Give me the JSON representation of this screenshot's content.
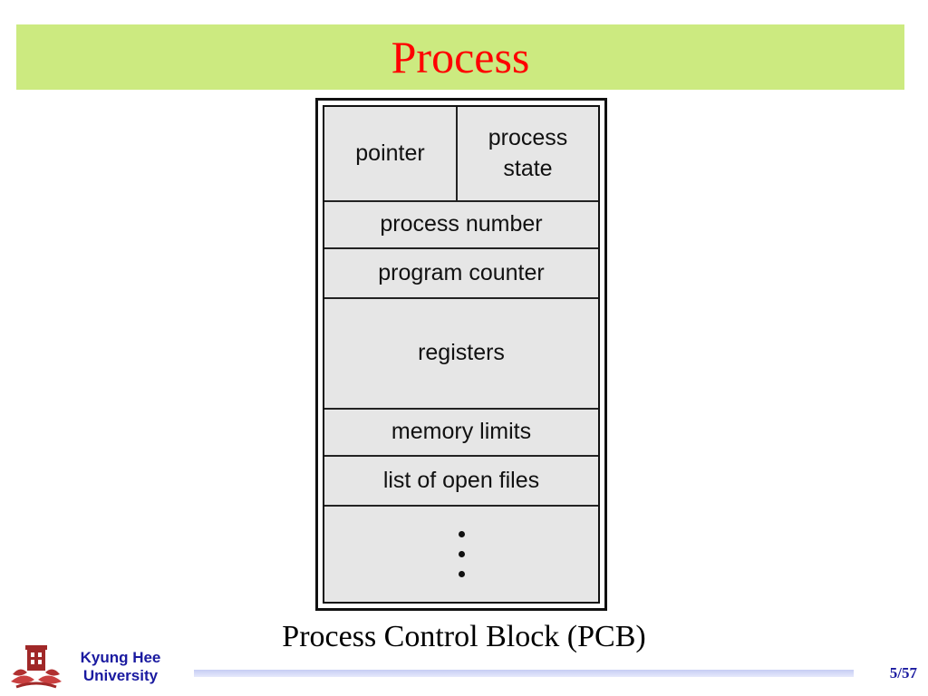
{
  "slide": {
    "title": "Process",
    "caption": "Process Control Block (PCB)",
    "page_number": "5/57"
  },
  "pcb": {
    "pointer": "pointer",
    "process_state": "process state",
    "fields": [
      "process number",
      "program counter",
      "registers",
      "memory limits",
      "list of open files"
    ]
  },
  "footer": {
    "university_line1": "Kyung Hee",
    "university_line2": "University",
    "logo_icon": "university-crest-icon"
  },
  "colors": {
    "title_bar": "#ccea80",
    "title_text": "#ff0000",
    "pcb_cell": "#e6e6e6",
    "footer_text": "#1a1aa0"
  }
}
